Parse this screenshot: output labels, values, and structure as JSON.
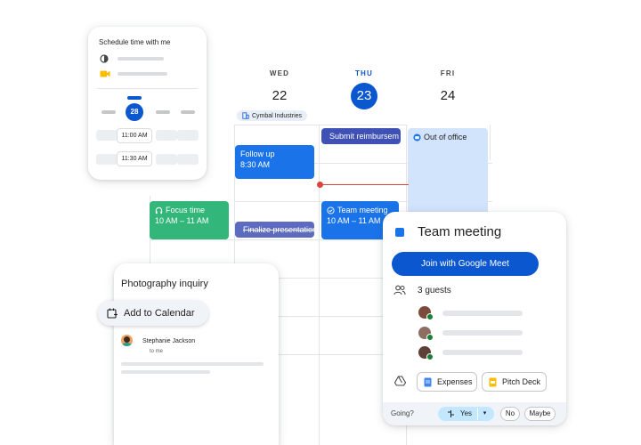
{
  "calendar": {
    "days": [
      {
        "name": "WED",
        "num": "22"
      },
      {
        "name": "THU",
        "num": "23"
      },
      {
        "name": "FRI",
        "num": "24"
      }
    ],
    "chip_label": "Cymbal Industries",
    "events": {
      "follow_up": {
        "title": "Follow up",
        "time": "8:30 AM"
      },
      "submit": {
        "title": "Submit reimbursem"
      },
      "out_of_office": {
        "title": "Out of office"
      },
      "focus": {
        "title": "Focus time",
        "time": "10 AM – 11 AM"
      },
      "finalize": {
        "title": "Finalize presentation"
      },
      "team_meeting": {
        "title": "Team meeting",
        "time": "10 AM – 11 AM"
      }
    },
    "colors": {
      "blue": "#1a73e8",
      "indigo": "#3f51b5",
      "green": "#33b679",
      "ooo": "#d2e3fc",
      "accent": "#0b57d0"
    }
  },
  "schedule_card": {
    "title": "Schedule time with me",
    "selected_day": "28",
    "slots": [
      "11:00 AM",
      "11:30 AM"
    ]
  },
  "inquiry_card": {
    "title": "Photography inquiry",
    "add_to_calendar": "Add to Calendar",
    "sender_name": "Stephanie Jackson",
    "sender_to": "to me"
  },
  "meeting_card": {
    "title": "Team meeting",
    "join_label": "Join with Google Meet",
    "guests_label": "3 guests",
    "attachments": [
      "Expenses",
      "Pitch Deck"
    ],
    "going_label": "Going?",
    "rsvp": {
      "yes": "Yes",
      "no": "No",
      "maybe": "Maybe"
    }
  }
}
